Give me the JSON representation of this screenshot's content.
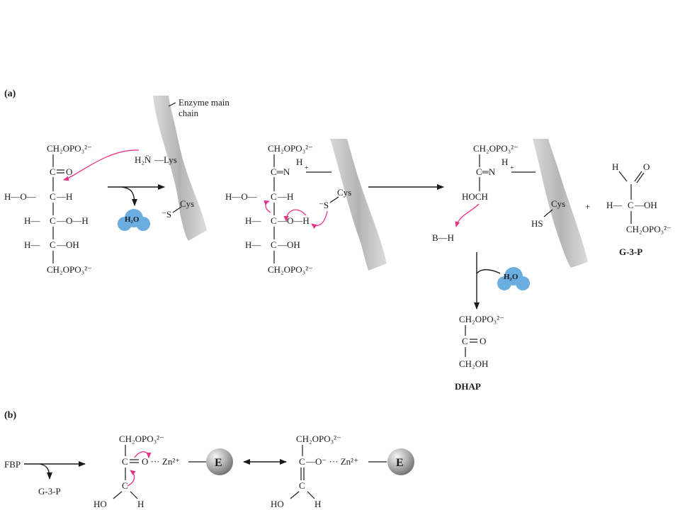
{
  "panel_a_label": "(a)",
  "panel_b_label": "(b)",
  "enzyme_label_line1": "Enzyme main",
  "enzyme_label_line2": "chain",
  "colors": {
    "arrow_push": "#e8338a",
    "water": "#6aaee0",
    "chain": "#c8c8c8"
  },
  "water_label": "H₂O",
  "molecules": {
    "fbp_open": {
      "top": "CH₂OPO₃²⁻",
      "c2": "C",
      "o": "O",
      "c3_left": "H—O—",
      "c3": "C",
      "c3_right": "—H",
      "c4_left": "H—",
      "c4": "C",
      "c4_right": "—O—H",
      "c5_left": "H—",
      "c5": "C",
      "c5_right": "—OH",
      "bottom": "CH₂OPO₃²⁻",
      "lys_h2n": "H₂N̈",
      "lys": "—Lys",
      "cys": "Cys",
      "s_minus": "⁻S"
    },
    "schiff": {
      "top": "CH₂OPO₃²⁻",
      "h_plus": "H",
      "plus": "+",
      "c2n": "C═N",
      "c3_left": "H—O—",
      "c3": "C",
      "c3_right": "—H",
      "c4_left": "H—",
      "c4": "C",
      "c4_right": "—O—H",
      "c5_left": "H—",
      "c5": "C",
      "c5_right": "—OH",
      "bottom": "CH₂OPO₃²⁻",
      "s_minus": "⁻S",
      "cys": "Cys"
    },
    "enamine": {
      "top": "CH₂OPO₃²⁻",
      "h_plus": "H",
      "plus": "+",
      "c2n": "C═N",
      "hoch": "HOCH",
      "bh": "B—H",
      "hs": "HS",
      "cys": "Cys"
    },
    "g3p": {
      "h": "H",
      "o": "O",
      "c_left": "H—",
      "c": "C",
      "c_right": "—OH",
      "bottom": "CH₂OPO₃²⁻",
      "name": "G-3-P"
    },
    "dhap": {
      "top": "CH₂OPO₃²⁻",
      "c": "C",
      "o": "O",
      "bottom": "CH₂OH",
      "name": "DHAP"
    },
    "plus_sign": "+"
  },
  "panel_b": {
    "fbp": "FBP",
    "g3p": "G-3-P",
    "left": {
      "top": "CH₂OPO₃²⁻",
      "c": "C",
      "o_zn": "O ··· Zn²⁺",
      "c_lower": "C",
      "ho": "HO",
      "h": "H",
      "enzyme": "E"
    },
    "right": {
      "top": "CH₂OPO₃²⁻",
      "c": "C",
      "o_zn": "—O⁻ ··· Zn²⁺",
      "c_lower": "C",
      "ho": "HO",
      "h": "H",
      "enzyme": "E"
    }
  }
}
